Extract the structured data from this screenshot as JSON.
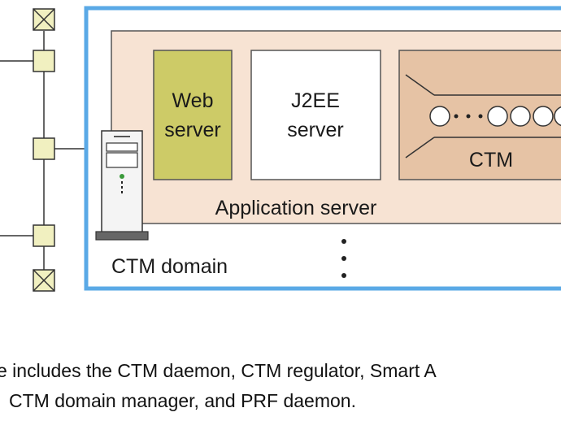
{
  "diagram": {
    "web_server": [
      "Web",
      "server"
    ],
    "j2ee_server": [
      "J2EE",
      "server"
    ],
    "ctm_label": "CTM",
    "application_server_label": "Application server",
    "ctm_domain_label": "CTM domain"
  },
  "caption": {
    "line1": "e includes the CTM daemon, CTM regulator, Smart A",
    "line2": "CTM domain manager, and PRF daemon."
  },
  "colors": {
    "domain_border": "#5aa9e6",
    "app_server_fill": "#f7e3d3",
    "web_server_fill": "#cdcb67",
    "ctm_fill": "#e6c3a5",
    "bus_node_fill": "#f1f0c0"
  }
}
